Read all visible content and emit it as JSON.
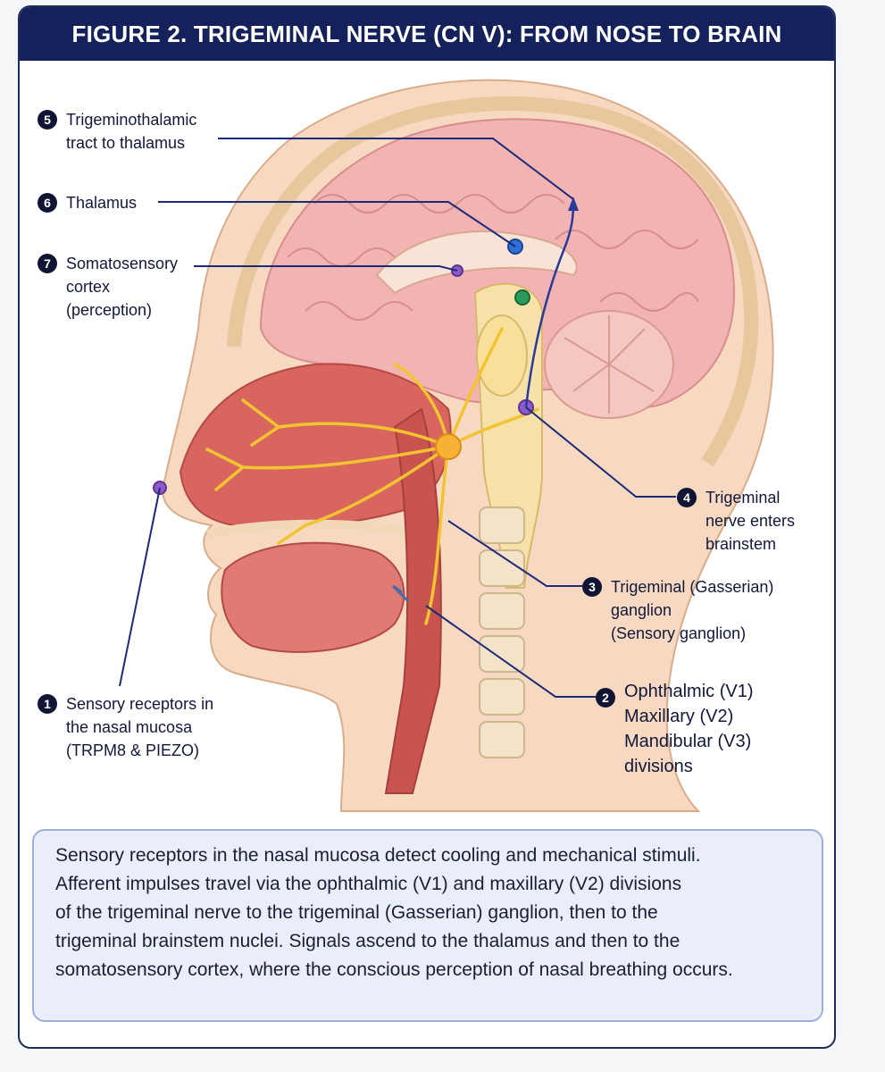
{
  "figure": {
    "title": "FIGURE 2.  TRIGEMINAL NERVE (CN V): FROM NOSE TO BRAIN"
  },
  "labels": [
    {
      "num": "5",
      "lines": [
        "Trigeminothalamic",
        "tract to thalamus"
      ]
    },
    {
      "num": "6",
      "lines": [
        "Thalamus"
      ]
    },
    {
      "num": "7",
      "lines": [
        "Somatosensory",
        "cortex",
        "(perception)"
      ]
    },
    {
      "num": "4",
      "lines": [
        "Trigeminal",
        "nerve enters",
        "brainstem"
      ]
    },
    {
      "num": "3",
      "lines": [
        "Trigeminal (Gasserian)",
        "ganglion",
        "(Sensory ganglion)"
      ]
    },
    {
      "num": "2",
      "lines": [
        "Ophthalmic (V1)",
        "Maxillary (V2)",
        "Mandibular (V3)",
        "divisions"
      ]
    },
    {
      "num": "1",
      "lines": [
        "Sensory receptors in",
        "the nasal mucosa",
        "(TRPM8 & PIEZO)"
      ]
    }
  ],
  "caption": {
    "lines": [
      "Sensory receptors in the nasal mucosa detect cooling and mechanical stimuli.",
      "Afferent impulses travel via the ophthalmic (V1) and maxillary (V2) divisions",
      "of the trigeminal nerve to the trigeminal (Gasserian) ganglion, then to the",
      "trigeminal brainstem nuclei. Signals ascend to the thalamus and then to the",
      "somatosensory cortex, where the conscious perception of nasal breathing occurs."
    ]
  },
  "colors": {
    "title_bg": "#14215a",
    "nerve": "#f2c431",
    "pointer": "#1c2a7a",
    "brain": "#f2b3b3",
    "mucosa": "#d9655f"
  }
}
